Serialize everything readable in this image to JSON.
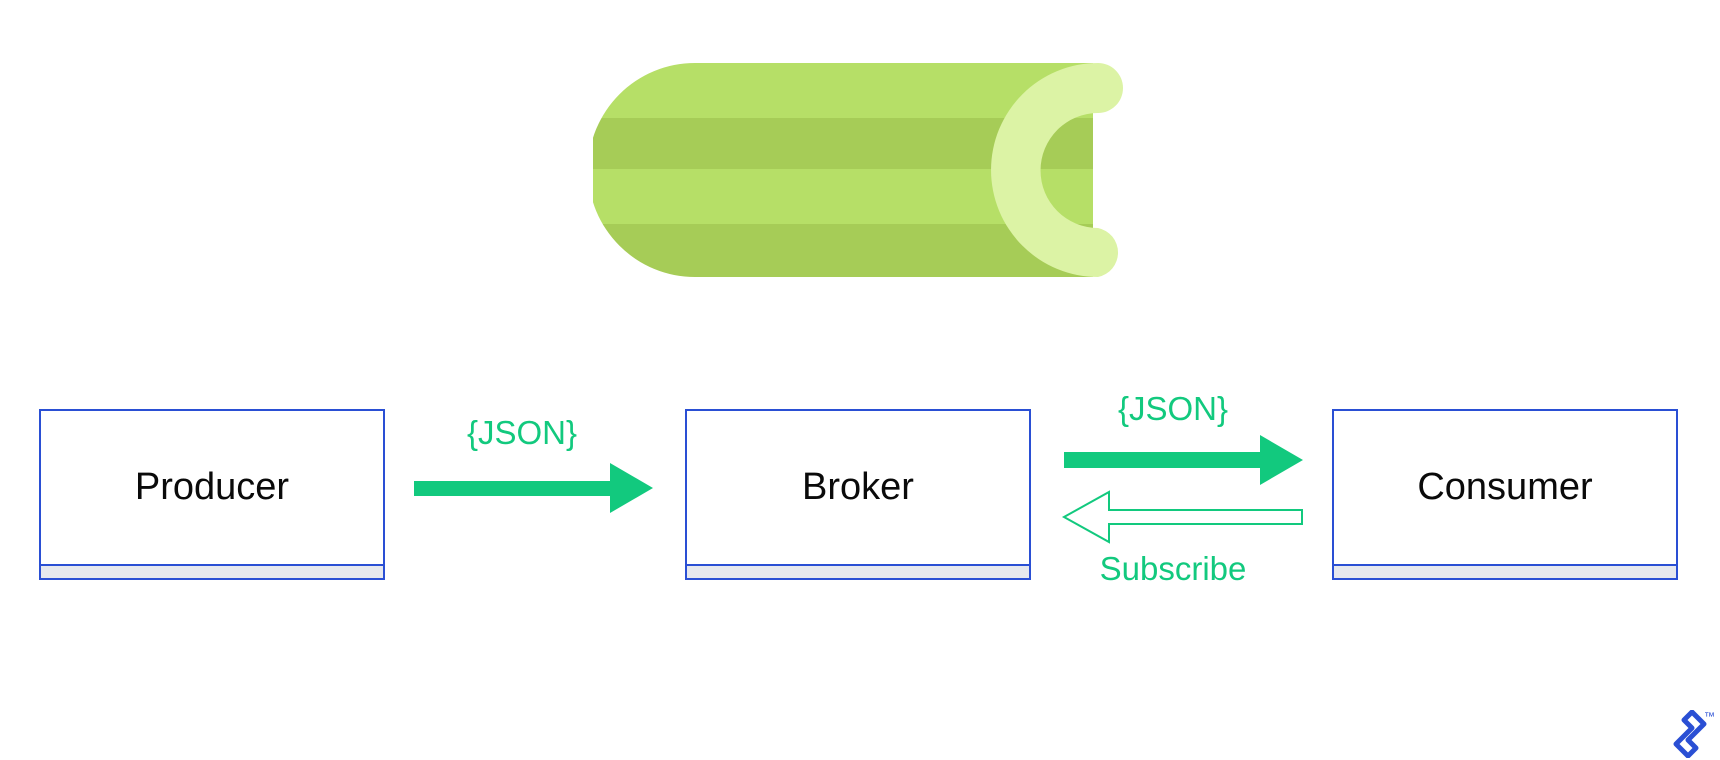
{
  "diagram": {
    "producer_label": "Producer",
    "broker_label": "Broker",
    "consumer_label": "Consumer",
    "json_label_1": "{JSON}",
    "json_label_2": "{JSON}",
    "subscribe_label": "Subscribe",
    "trademark": "™"
  },
  "colors": {
    "accent_green": "#12c97e",
    "box_border": "#2a4fd4",
    "box_footer": "#e6e8ee",
    "logo_light": "#b6df67",
    "logo_dark": "#a6cc57",
    "logo_cap": "#dcf3a5"
  },
  "icons": {
    "logo": "celery-logo-icon",
    "brand": "toptal-logo-icon"
  }
}
